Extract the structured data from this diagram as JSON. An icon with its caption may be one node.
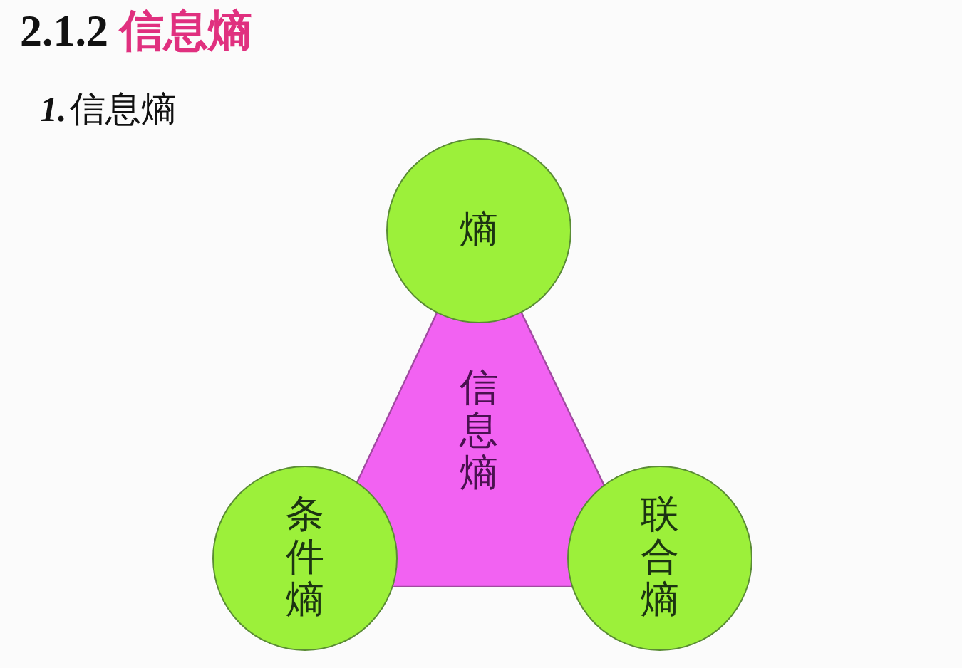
{
  "diagram": {
    "title": "2.1.2 信息熵",
    "nodes": [
      {
        "text": [
          "熵"
        ]
      },
      {
        "text": [
          "信息熵"
        ]
      },
      {
        "text": [
          "条件熵"
        ]
      },
      {
        "text": [
          "联合熵"
        ]
      }
    ],
    "labels": [
      "1.信息熵"
    ]
  }
}
